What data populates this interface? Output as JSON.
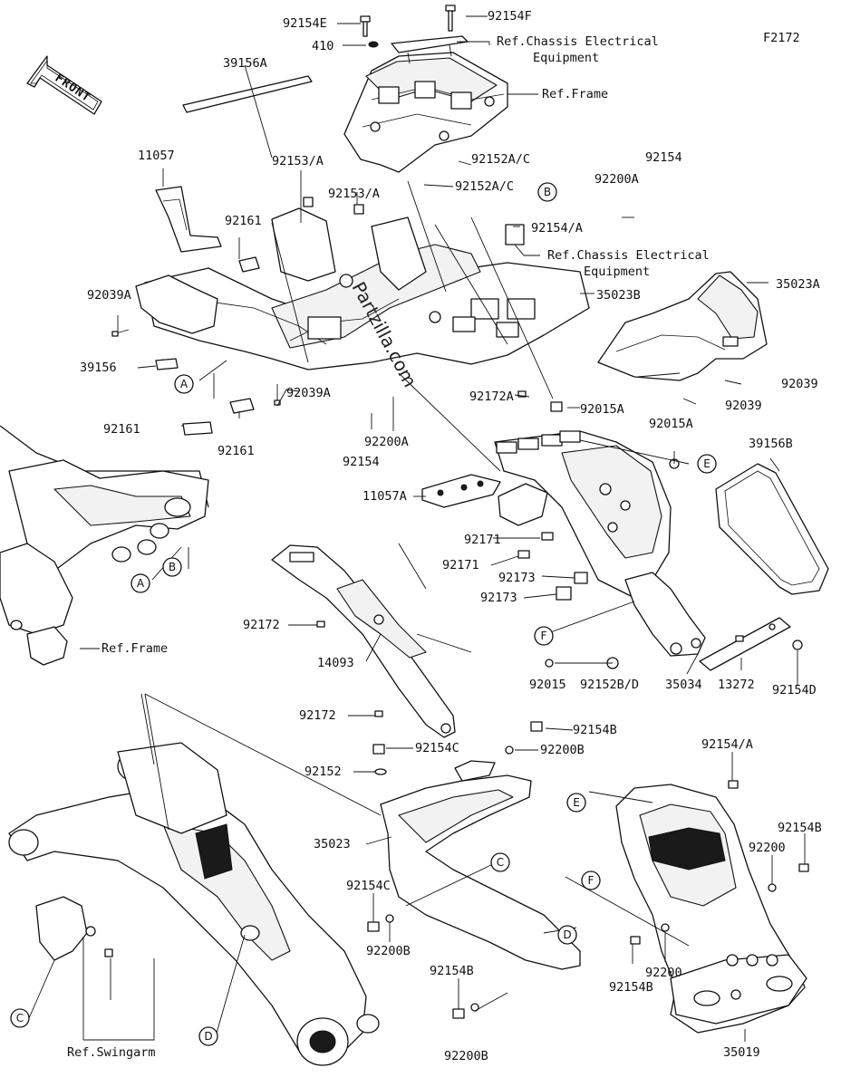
{
  "figure_code": "F2172",
  "front_label": "FRONT",
  "watermark": "Partzilla.com",
  "callouts": {
    "A1": "A",
    "B1": "B",
    "A2": "A",
    "B2": "B",
    "C1": "C",
    "D1": "D",
    "C2": "C",
    "D2": "D",
    "E1": "E",
    "E2": "E",
    "F1": "F",
    "F2": "F"
  },
  "refs": {
    "chassis_elec_1": [
      "Ref.Chassis Electrical",
      "Equipment"
    ],
    "frame_1": "Ref.Frame",
    "chassis_elec_2": [
      "Ref.Chassis Electrical",
      "Equipment"
    ],
    "frame_2": "Ref.Frame",
    "swingarm": "Ref.Swingarm"
  },
  "labels": {
    "p92154E": "92154E",
    "p92154F": "92154F",
    "p410": "410",
    "p39156A": "39156A",
    "p11057": "11057",
    "p92153A_1": "92153/A",
    "p92153A_2": "92153/A",
    "p92152AC_1": "92152A/C",
    "p92152AC_2": "92152A/C",
    "p92161_1": "92161",
    "p92039A_1": "92039A",
    "p39156": "39156",
    "p92039A_2": "92039A",
    "p92161_2": "92161",
    "p92161_3": "92161",
    "p92154_1": "92154",
    "p92200A_1": "92200A",
    "p92200A_2": "92200A",
    "p92154_2": "92154",
    "p92154A_1": "92154/A",
    "p35023B": "35023B",
    "p35023A": "35023A",
    "p92039_1": "92039",
    "p92039_2": "92039",
    "p92172A": "92172A",
    "p92015A_1": "92015A",
    "p92015A_2": "92015A",
    "p39156B": "39156B",
    "p11057A": "11057A",
    "p92171_1": "92171",
    "p92171_2": "92171",
    "p92173_1": "92173",
    "p92173_2": "92173",
    "p92172_1": "92172",
    "p14093": "14093",
    "p92172_2": "92172",
    "p92015": "92015",
    "p92152BD": "92152B/D",
    "p35034": "35034",
    "p13272": "13272",
    "p92154D": "92154D",
    "p92154B_1": "92154B",
    "p92200B_1": "92200B",
    "p92154C_1": "92154C",
    "p92152": "92152",
    "p35023": "35023",
    "p92154C_2": "92154C",
    "p92200B_2": "92200B",
    "p92154B_2": "92154B",
    "p92200B_3": "92200B",
    "p92154A_2": "92154/A",
    "p92154B_3": "92154B",
    "p92200_1": "92200",
    "p92200_2": "92200",
    "p92154B_4": "92154B",
    "p35019": "35019"
  }
}
